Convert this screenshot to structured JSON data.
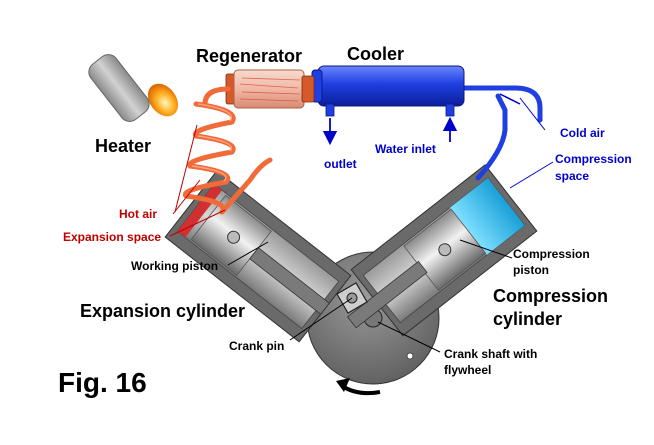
{
  "labels": {
    "regenerator": "Regenerator",
    "cooler": "Cooler",
    "heater": "Heater",
    "outlet": "outlet",
    "water_inlet": "Water inlet",
    "cold_air": "Cold air",
    "compression_space_1": "Compression",
    "compression_space_2": "space",
    "hot_air": "Hot air",
    "expansion_space": "Expansion space",
    "working_piston": "Working piston",
    "compression_piston_1": "Compression",
    "compression_piston_2": "piston",
    "expansion_cylinder": "Expansion cylinder",
    "compression_cylinder_1": "Compression",
    "compression_cylinder_2": "cylinder",
    "crank_pin": "Crank pin",
    "crank_shaft_1": "Crank shaft with",
    "crank_shaft_2": "flywheel",
    "fig": "Fig. 16"
  },
  "colors": {
    "hot": "#c00000",
    "cold": "#0000cc",
    "black": "#000000",
    "coil": "#f06a3a",
    "cooler_body": "#1f3fe0",
    "compression_fill": "#29b8e8"
  },
  "icons": {
    "flame": "burner-flame-icon",
    "rotation": "rotation-arrow-icon"
  }
}
